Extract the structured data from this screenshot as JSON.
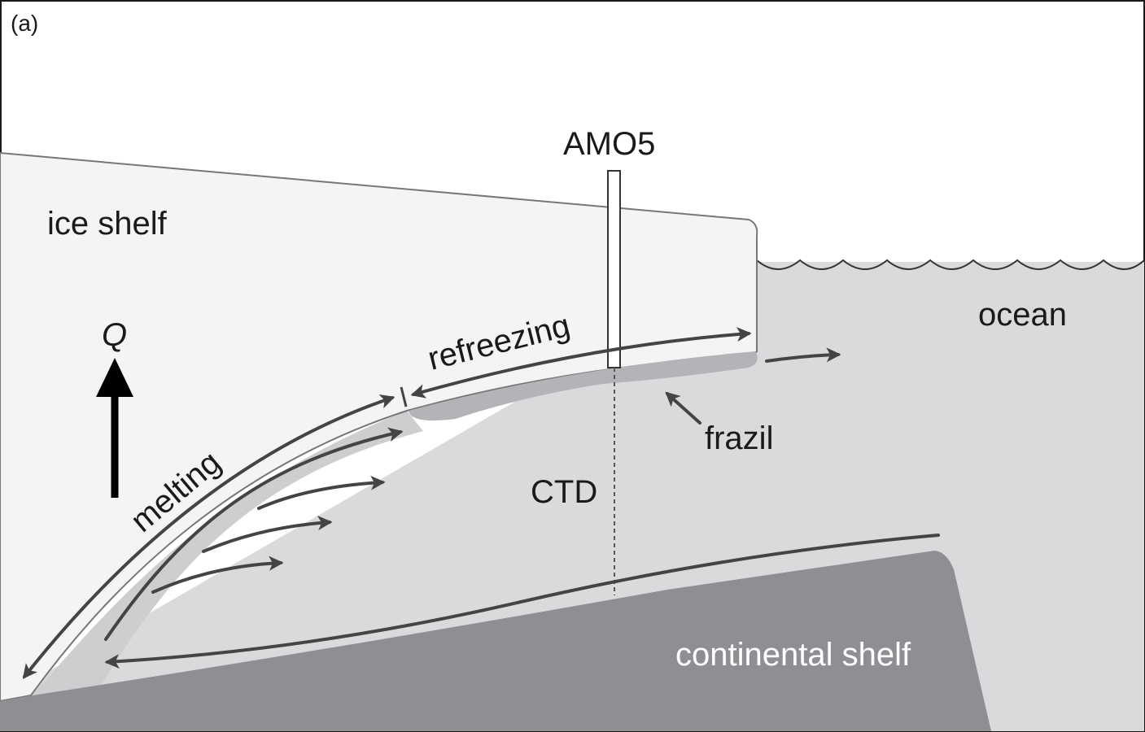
{
  "panel_label": "(a)",
  "labels": {
    "ice_shelf": "ice shelf",
    "ocean": "ocean",
    "amo5": "AMO5",
    "refreezing": "refreezing",
    "melting": "melting",
    "frazil": "frazil",
    "ctd": "CTD",
    "continental_shelf": "continental shelf",
    "heat_flux": "Q"
  },
  "colors": {
    "ice": "#f4f4f5",
    "ocean": "#d9dadc",
    "meltwater_layer": "#cdced0",
    "frazil": "#b3b4b7",
    "seabed": "#8e8f93",
    "arrow": "#444444",
    "outline": "#333333"
  }
}
